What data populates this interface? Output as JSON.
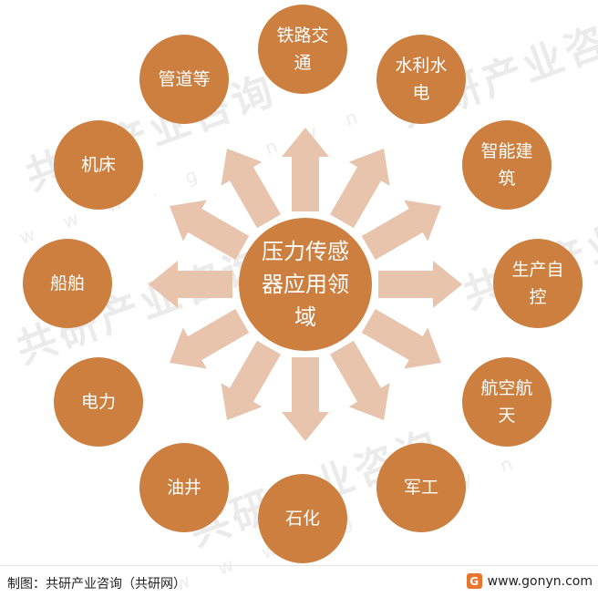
{
  "center": {
    "label": "压力传感器应用领域"
  },
  "nodes": [
    {
      "id": "railway",
      "label": "铁路交通"
    },
    {
      "id": "hydro",
      "label": "水利水电"
    },
    {
      "id": "smart-building",
      "label": "智能建筑"
    },
    {
      "id": "production-automation",
      "label": "生产自控"
    },
    {
      "id": "aerospace",
      "label": "航空航天"
    },
    {
      "id": "military",
      "label": "军工"
    },
    {
      "id": "petrochemical",
      "label": "石化"
    },
    {
      "id": "oil-well",
      "label": "油井"
    },
    {
      "id": "electric-power",
      "label": "电力"
    },
    {
      "id": "ships",
      "label": "船舶"
    },
    {
      "id": "machine-tools",
      "label": "机床"
    },
    {
      "id": "pipelines",
      "label": "管道等"
    }
  ],
  "watermark": {
    "brand": "共研产业咨询",
    "url": "w w w . g o n y n"
  },
  "footer": {
    "source": "制图：共研产业咨询（共研网）",
    "logo_letter": "G",
    "url": "www.gonyn.com"
  },
  "colors": {
    "circle": "#cc7f3f",
    "arrow": "#e8c4ac",
    "logo": "#e8772e"
  }
}
